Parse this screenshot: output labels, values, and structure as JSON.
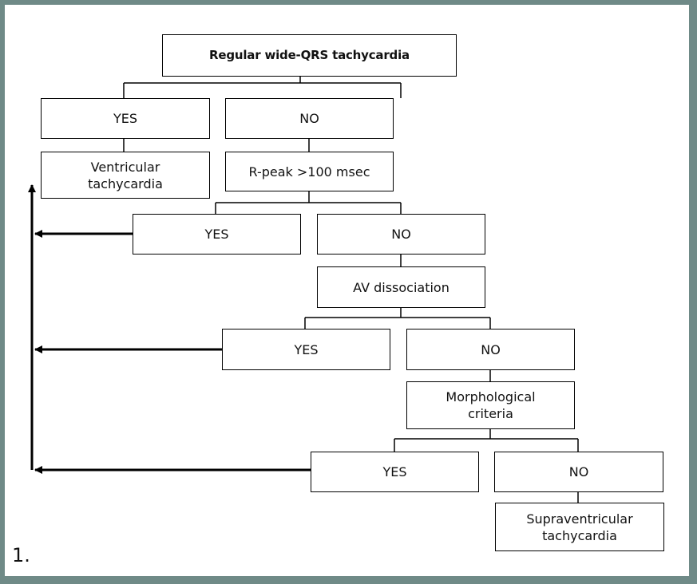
{
  "flowchart": {
    "start": "Regular wide-QRS tachycardia",
    "level1": {
      "yes": "YES",
      "no": "NO"
    },
    "vt_result": "Ventricular\ntachycardia",
    "q2": "R-peak >100 msec",
    "level2": {
      "yes": "YES",
      "no": "NO"
    },
    "q3": "AV dissociation",
    "level3": {
      "yes": "YES",
      "no": "NO"
    },
    "q4": "Morphological\ncriteria",
    "level4": {
      "yes": "YES",
      "no": "NO"
    },
    "svt_result": "Supraventricular\ntachycardia"
  },
  "figure_number": "1."
}
